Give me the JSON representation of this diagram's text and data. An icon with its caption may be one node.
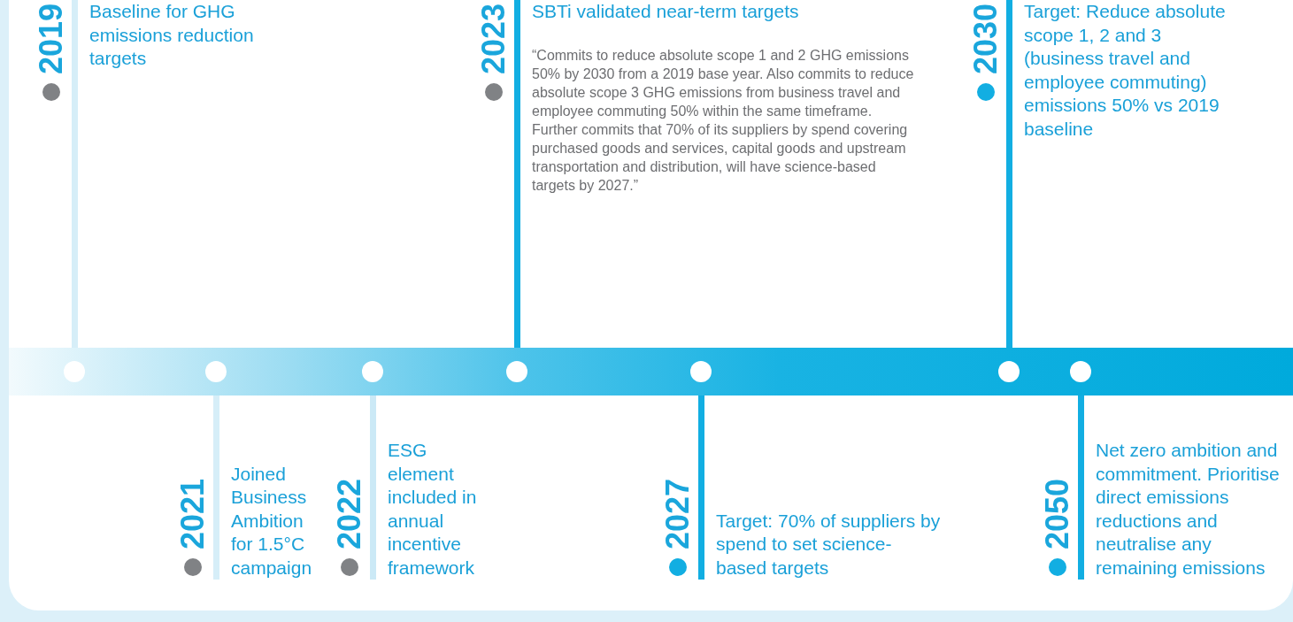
{
  "diagram": {
    "nodes": [
      {
        "text": [
          "2019",
          "Baseline for GHG emissions reduction targets"
        ]
      },
      {
        "text": [
          "2023",
          "SBTi validated near-term targets",
          "“Commits to reduce absolute scope 1 and 2 GHG emissions 50% by 2030 from a 2019 base year. Also commits to reduce absolute scope 3 GHG emissions from business travel and employee commuting 50% within the same timeframe. Further commits that 70% of its suppliers by spend covering purchased goods and services, capital goods and upstream transportation and distribution, will have science-based targets by 2027.”"
        ]
      },
      {
        "text": [
          "2030",
          "Target: Reduce absolute scope 1, 2 and 3 (business travel and employee commuting) emissions 50% vs 2019 baseline"
        ]
      },
      {
        "text": [
          "2021",
          "Joined Business Ambition for 1.5°C campaign"
        ]
      },
      {
        "text": [
          "2022",
          "ESG element included in annual incentive framework"
        ]
      },
      {
        "text": [
          "2027",
          "Target: 70% of suppliers by spend to set science-based targets"
        ]
      },
      {
        "text": [
          "2050",
          "Net zero ambition and commitment. Prioritise direct emissions reductions and neutralise any remaining emissions"
        ]
      }
    ]
  }
}
